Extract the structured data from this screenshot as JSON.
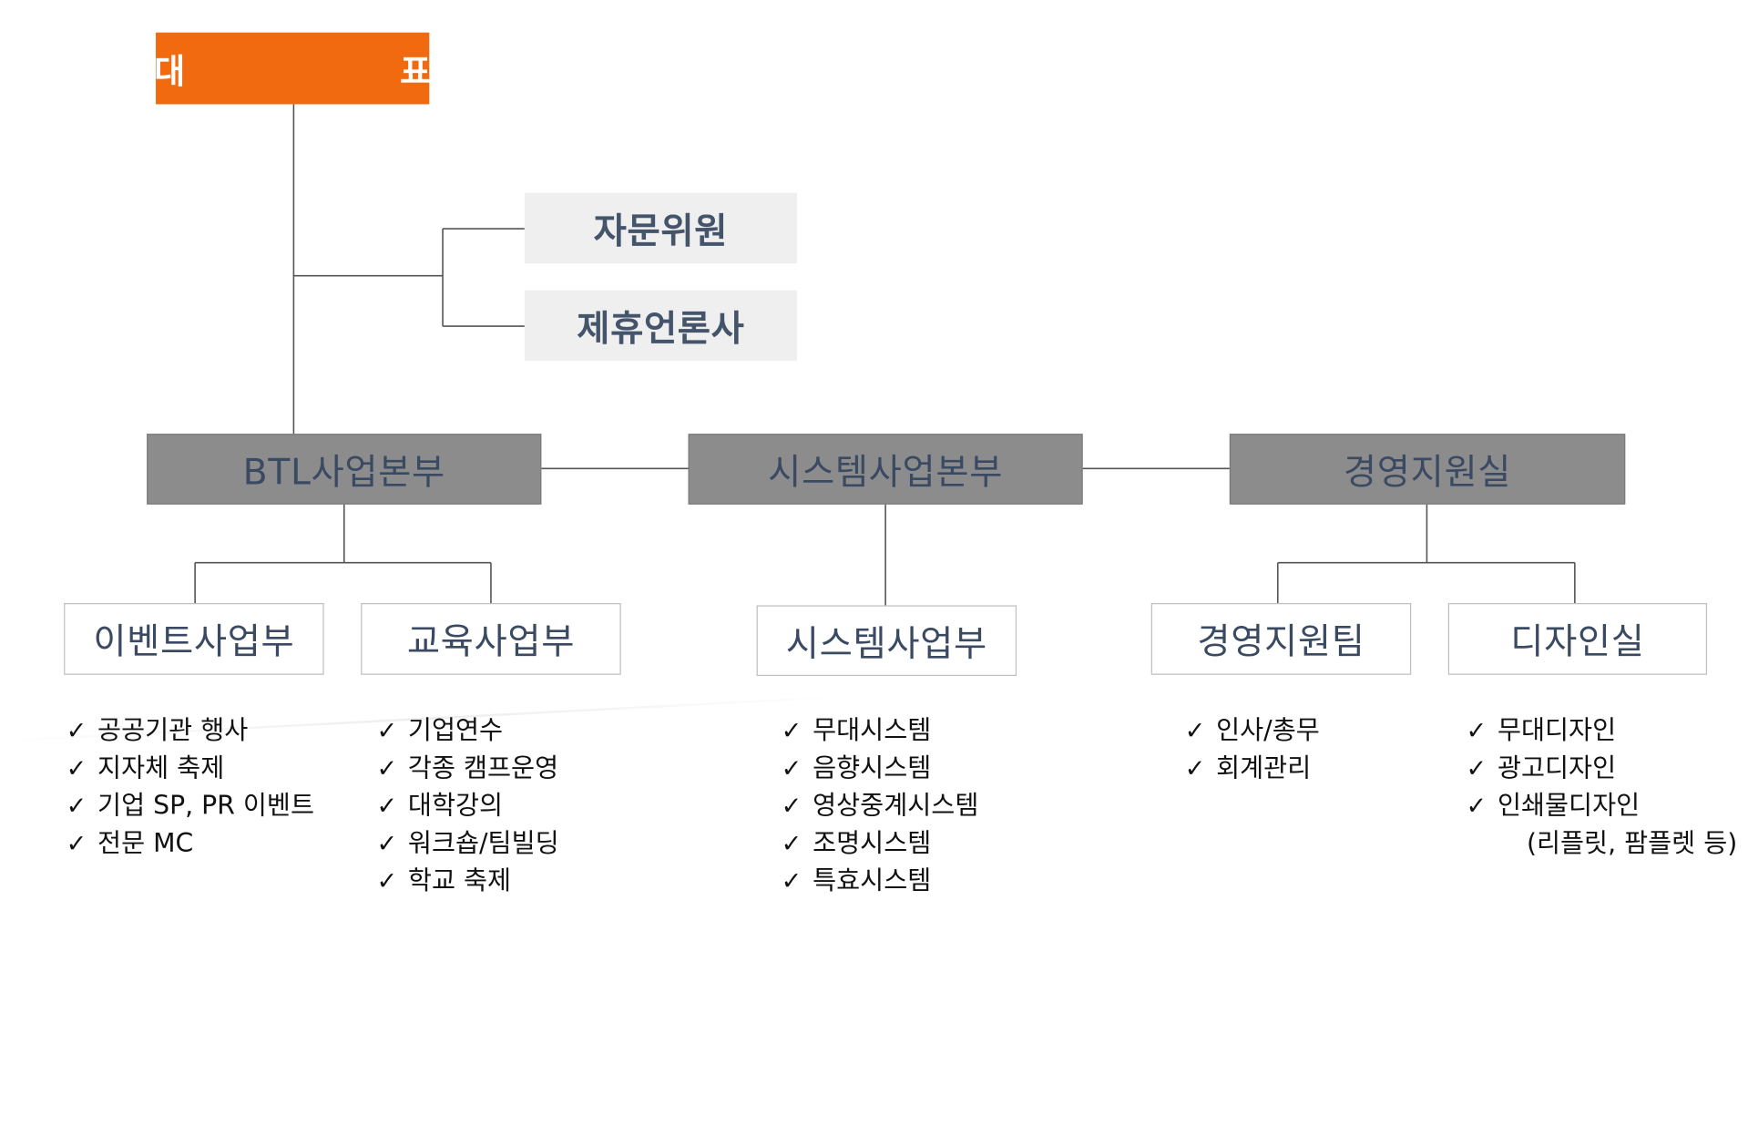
{
  "ceo": "대    표",
  "advisors": [
    "자문위원",
    "제휴언론사"
  ],
  "divisions": [
    "BTL사업본부",
    "시스템사업본부",
    "경영지원실"
  ],
  "teams": {
    "event": "이벤트사업부",
    "education": "교육사업부",
    "system": "시스템사업부",
    "management": "경영지원팀",
    "design": "디자인실"
  },
  "lists": {
    "event": [
      "공공기관 행사",
      "지자체 축제",
      "기업 SP, PR 이벤트",
      "전문 MC"
    ],
    "education": [
      "기업연수",
      "각종 캠프운영",
      "대학강의",
      "워크숍/팀빌딩",
      "학교 축제"
    ],
    "system": [
      "무대시스템",
      "음향시스템",
      "영상중계시스템",
      "조명시스템",
      "특효시스템"
    ],
    "management": [
      "인사/총무",
      "회계관리"
    ],
    "design": [
      "무대디자인",
      "광고디자인",
      "인쇄물디자인"
    ],
    "design_note": "(리플릿, 팜플렛 등)"
  },
  "colors": {
    "ceo_box": "#f26a10",
    "advisor_box": "#efefef",
    "division_box": "#8c8c8c",
    "team_border": "#bfbfbf",
    "text": "#3b4a63",
    "connector": "#555555"
  }
}
